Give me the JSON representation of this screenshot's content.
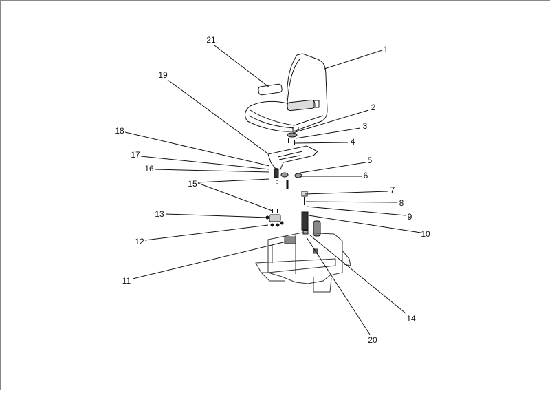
{
  "diagram": {
    "type": "exploded parts diagram - seat assembly",
    "callouts": [
      "1",
      "2",
      "3",
      "4",
      "5",
      "6",
      "7",
      "8",
      "9",
      "10",
      "11",
      "12",
      "13",
      "14",
      "15",
      "16",
      "17",
      "18",
      "19",
      "20",
      "21"
    ]
  },
  "colors": {
    "line": "#111111",
    "frame": "#888888",
    "background": "#ffffff"
  }
}
